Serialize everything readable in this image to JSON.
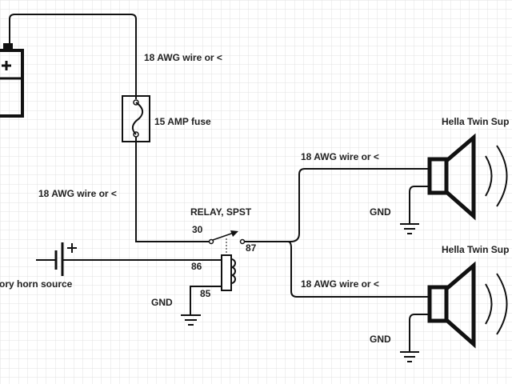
{
  "labels": {
    "wire_top": "18 AWG wire or <",
    "fuse": "15 AMP fuse",
    "wire_left": "18 AWG wire or <",
    "relay": "RELAY, SPST",
    "pin30": "30",
    "pin87": "87",
    "pin86": "86",
    "pin85": "85",
    "gnd_relay": "GND",
    "horn_source": "ory horn source",
    "horn1_title": "Hella Twin Sup",
    "horn1_wire": "18 AWG wire or <",
    "horn1_gnd": "GND",
    "horn2_title": "Hella Twin Sup",
    "horn2_wire": "18 AWG wire or <",
    "horn2_gnd": "GND"
  },
  "colors": {
    "grid": "#e2e2e2",
    "line": "#111111"
  }
}
